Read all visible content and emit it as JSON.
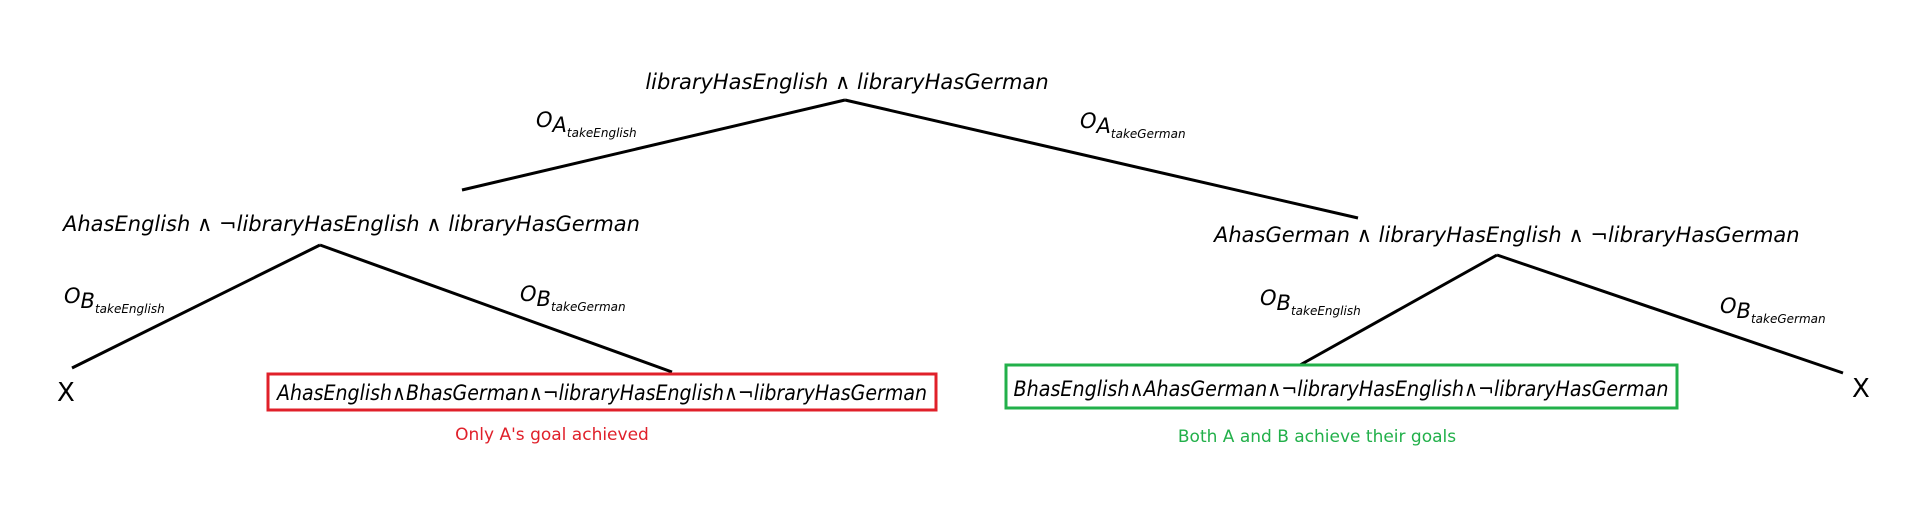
{
  "root": {
    "label": "libraryHasEnglish ∧ libraryHasGerman"
  },
  "level1": {
    "left": {
      "label": "AhasEnglish ∧ ¬libraryHasEnglish ∧ libraryHasGerman"
    },
    "right": {
      "label": "AhasGerman ∧ libraryHasEnglish ∧ ¬libraryHasGerman"
    }
  },
  "edges": {
    "root_left": {
      "base": "O",
      "sub": "A",
      "subsub": "takeEnglish"
    },
    "root_right": {
      "base": "O",
      "sub": "A",
      "subsub": "takeGerman"
    },
    "left_left": {
      "base": "O",
      "sub": "B",
      "subsub": "takeEnglish"
    },
    "left_right": {
      "base": "O",
      "sub": "B",
      "subsub": "takeGerman"
    },
    "right_left": {
      "base": "O",
      "sub": "B",
      "subsub": "takeEnglish"
    },
    "right_right": {
      "base": "O",
      "sub": "B",
      "subsub": "takeGerman"
    }
  },
  "leaves": {
    "left_fail": "X",
    "right_fail": "X",
    "left_goal": {
      "label": "AhasEnglish∧BhasGerman∧¬libraryHasEnglish∧¬libraryHasGerman",
      "caption": "Only A's goal achieved",
      "color": "#e0202a"
    },
    "right_goal": {
      "label": "BhasEnglish∧AhasGerman∧¬libraryHasEnglish∧¬libraryHasGerman",
      "caption": "Both A and B achieve their goals",
      "color": "#22b04a"
    }
  }
}
